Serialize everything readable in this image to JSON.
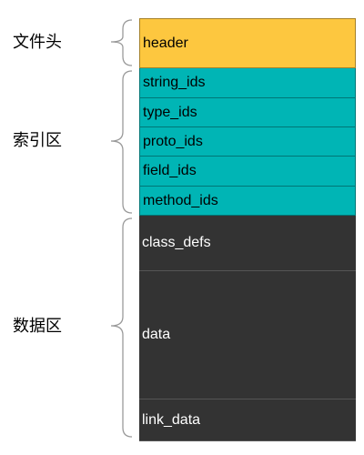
{
  "labels": {
    "header": "文件头",
    "index": "索引区",
    "data": "数据区"
  },
  "blocks": {
    "header": "header",
    "string_ids": "string_ids",
    "type_ids": "type_ids",
    "proto_ids": "proto_ids",
    "field_ids": "field_ids",
    "method_ids": "method_ids",
    "class_defs": "class_defs",
    "data": "data",
    "link_data": "link_data"
  },
  "colors": {
    "header": "#fdc73f",
    "index": "#00b5b5",
    "data": "#333333"
  }
}
